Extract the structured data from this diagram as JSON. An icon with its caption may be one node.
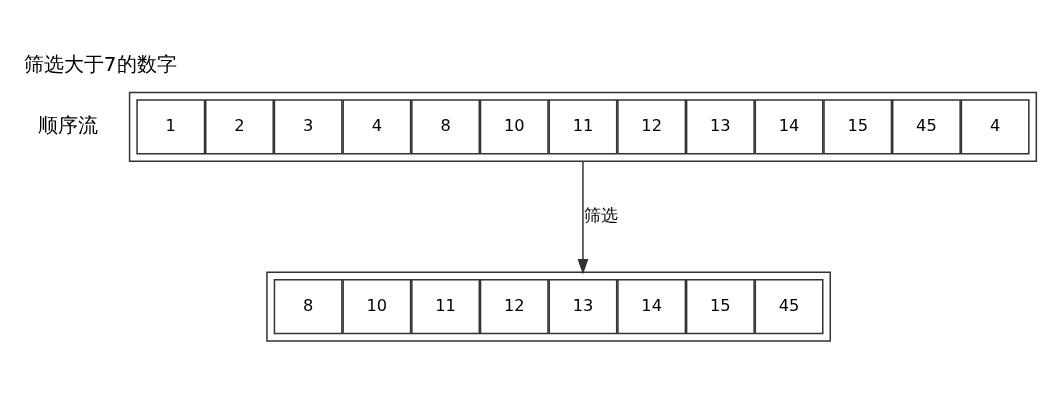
{
  "diagram": {
    "title": "筛选大于7的数字",
    "nodes": [
      {
        "text": [],
        "shape": "bar"
      },
      {
        "text": [
          "1"
        ],
        "in": 0
      },
      {
        "text": [
          "2"
        ],
        "in": 0
      },
      {
        "text": [
          "3"
        ],
        "in": 0
      },
      {
        "text": [
          "4"
        ],
        "in": 0
      },
      {
        "text": [
          "8"
        ],
        "in": 0
      },
      {
        "text": [
          "10"
        ],
        "in": 0
      },
      {
        "text": [
          "11"
        ],
        "in": 0
      },
      {
        "text": [
          "12"
        ],
        "in": 0
      },
      {
        "text": [
          "13"
        ],
        "in": 0
      },
      {
        "text": [
          "14"
        ],
        "in": 0
      },
      {
        "text": [
          "15"
        ],
        "in": 0
      },
      {
        "text": [
          "45"
        ],
        "in": 0
      },
      {
        "text": [
          "4"
        ],
        "in": 0
      },
      {
        "text": [],
        "shape": "bar"
      },
      {
        "text": [
          "8"
        ],
        "in": 14
      },
      {
        "text": [
          "10"
        ],
        "in": 14
      },
      {
        "text": [
          "11"
        ],
        "in": 14
      },
      {
        "text": [
          "12"
        ],
        "in": 14
      },
      {
        "text": [
          "13"
        ],
        "in": 14
      },
      {
        "text": [
          "14"
        ],
        "in": 14
      },
      {
        "text": [
          "15"
        ],
        "in": 14
      },
      {
        "text": [
          "45"
        ],
        "in": 14
      }
    ],
    "edges": [
      {
        "from": 0,
        "to": 14,
        "arrow": "to",
        "label": "筛选"
      }
    ],
    "labels": [
      "顺序流"
    ]
  }
}
